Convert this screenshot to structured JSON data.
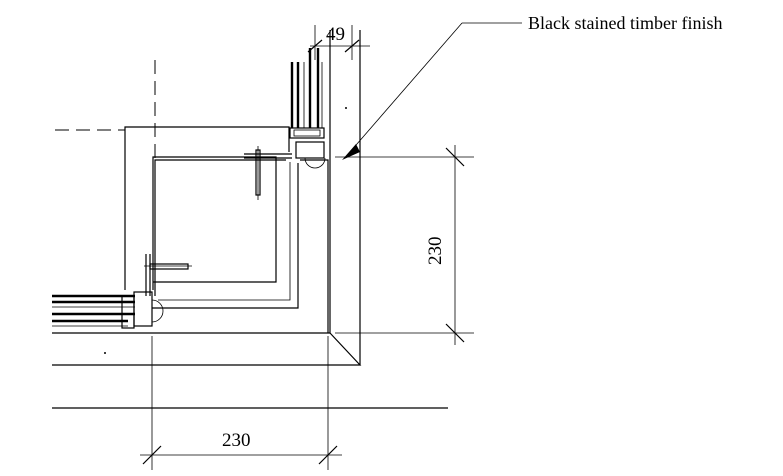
{
  "drawing": {
    "annotation": "Black stained timber finish",
    "dimensions": {
      "top_width": "49",
      "right_height": "230",
      "bottom_width": "230"
    }
  }
}
